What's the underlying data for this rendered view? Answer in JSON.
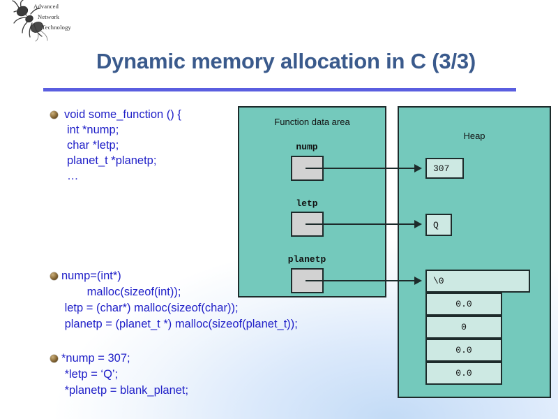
{
  "logo": {
    "icon": "ant-icon",
    "lines": [
      "Advanced",
      "Network",
      "Technology"
    ]
  },
  "slide": {
    "title": "Dynamic memory allocation in C (3/3)",
    "bullets": [
      {
        "marker": "sphere-bullet",
        "lines": [
          "void some_function () {",
          "int *nump;",
          "char *letp;",
          "planet_t *planetp;",
          "…"
        ]
      },
      {
        "marker": "sphere-bullet",
        "lines": [
          "nump=(int*)",
          "        malloc(sizeof(int));",
          " letp = (char*) malloc(sizeof(char));",
          " planetp = (planet_t *) malloc(sizeof(planet_t));"
        ]
      },
      {
        "marker": "sphere-bullet",
        "lines": [
          "*nump = 307;",
          " *letp = ‘Q’;",
          " *planetp = blank_planet;"
        ]
      }
    ]
  },
  "diagram": {
    "stack_panel": {
      "label": "Function data area",
      "variables": [
        {
          "name": "nump"
        },
        {
          "name": "letp"
        },
        {
          "name": "planetp"
        }
      ]
    },
    "heap_panel": {
      "label": "Heap",
      "cells": [
        {
          "value": "307",
          "align": "left"
        },
        {
          "value": "Q",
          "align": "left"
        },
        {
          "value": "\\0",
          "align": "left"
        },
        {
          "value": "0.0",
          "align": "center"
        },
        {
          "value": "0",
          "align": "center"
        },
        {
          "value": "0.0",
          "align": "center"
        },
        {
          "value": "0.0",
          "align": "center"
        }
      ]
    },
    "pointers": [
      {
        "from": "nump",
        "to": "307"
      },
      {
        "from": "letp",
        "to": "Q"
      },
      {
        "from": "planetp",
        "to": "\\0"
      }
    ],
    "colors": {
      "panel_fill": "#74c9bc",
      "cell_fill": "#cde9e3",
      "pointer_fill": "#d2d2d2",
      "stroke": "#1d2b2b",
      "title": "#3a5a8c",
      "rule": "#5a5ee0",
      "body_text": "#2020c8"
    }
  }
}
